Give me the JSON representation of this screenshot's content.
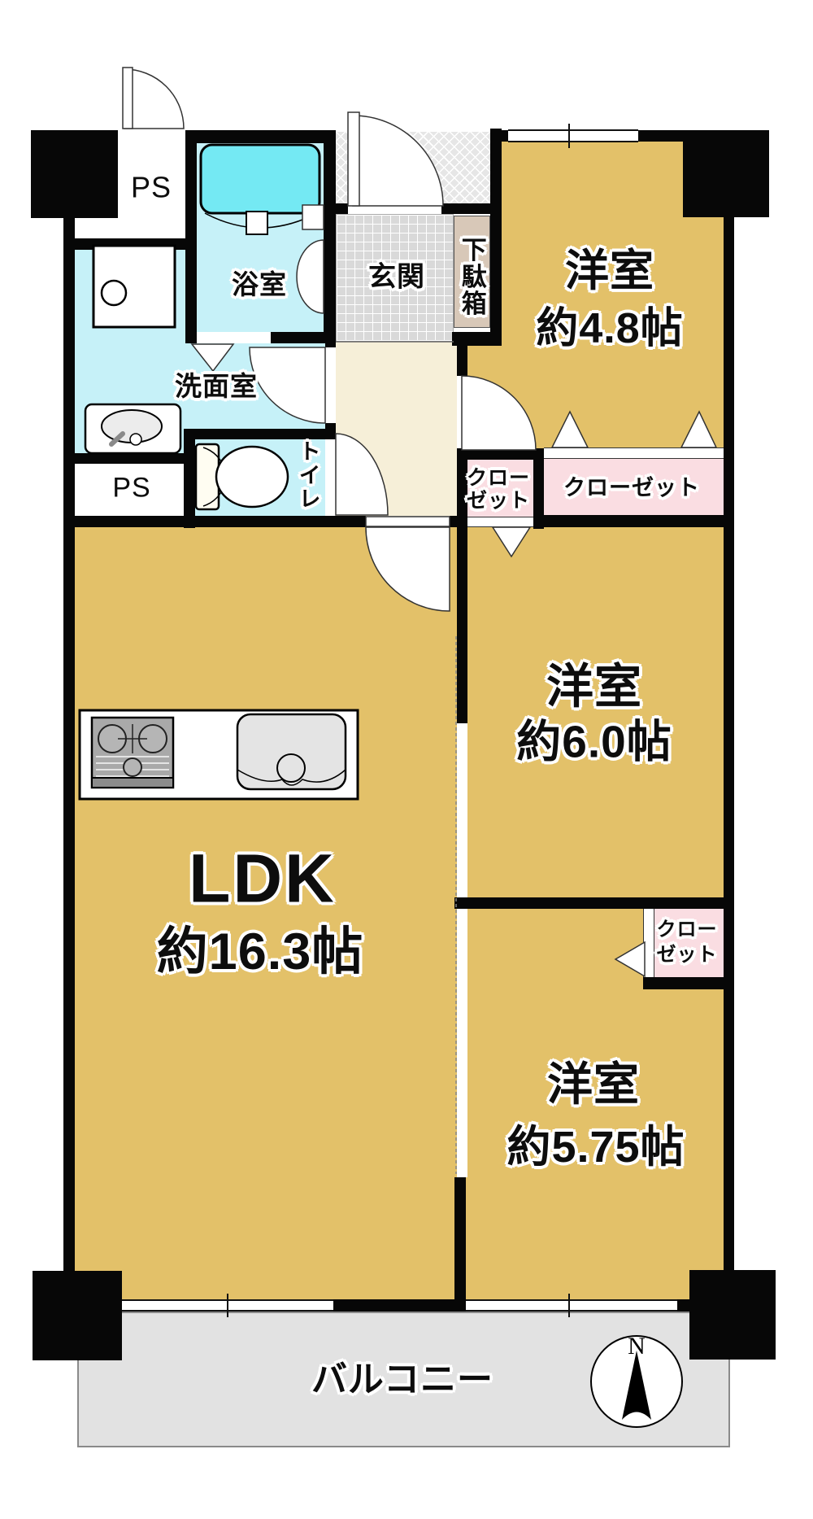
{
  "rooms": {
    "bedroom1": {
      "name": "洋室",
      "size": "約4.8帖"
    },
    "bedroom2": {
      "name": "洋室",
      "size": "約6.0帖"
    },
    "bedroom3": {
      "name": "洋室",
      "size": "約5.75帖"
    },
    "ldk": {
      "name": "LDK",
      "size": "約16.3帖"
    },
    "balcony": {
      "name": "バルコニー"
    },
    "entrance": {
      "name": "玄関"
    },
    "bathroom": {
      "name": "浴室"
    },
    "washroom": {
      "name": "洗面室"
    },
    "toilet": {
      "name": "トイレ"
    },
    "shoe_cabinet": {
      "name": "下駄箱"
    },
    "pipe_space_top": {
      "name": "PS"
    },
    "pipe_space_bottom": {
      "name": "PS"
    }
  },
  "closets": {
    "closet1": {
      "line1": "クロー",
      "line2": "ゼット"
    },
    "closet2": {
      "name": "クローゼット"
    },
    "closet3": {
      "line1": "クロー",
      "line2": "ゼット"
    }
  },
  "compass": {
    "label": "N"
  },
  "colors": {
    "room": "#e3c169",
    "hall": "#f6efd8",
    "wet_area": "#c6f1f8",
    "bathtub": "#74e9f3",
    "closet": "#fadde2",
    "balcony": "#e2e2e2",
    "entrance_tile": "#d9d9d9",
    "shoe_cabinet": "#d8c8b8",
    "wall": "#070707"
  }
}
